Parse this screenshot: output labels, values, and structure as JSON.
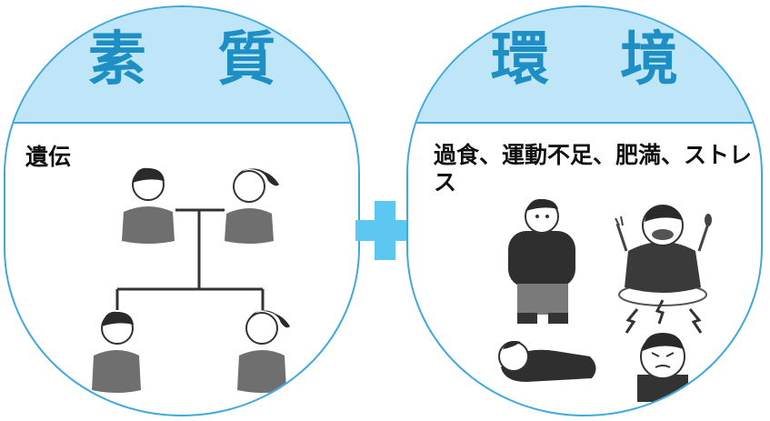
{
  "left_panel": {
    "title": "素 質",
    "label": "遺伝"
  },
  "right_panel": {
    "title": "環 境",
    "label": "過食、運動不足、肥満、ストレス"
  },
  "colors": {
    "accent": "#3fa9dd",
    "band": "#bfe5f8",
    "title_text": "#1d8fc4",
    "plus": "#5cc7f1"
  },
  "icons": {
    "left_illustration": "family-tree-icon",
    "right_illustration": "lifestyle-illustration",
    "connector": "plus-icon"
  }
}
